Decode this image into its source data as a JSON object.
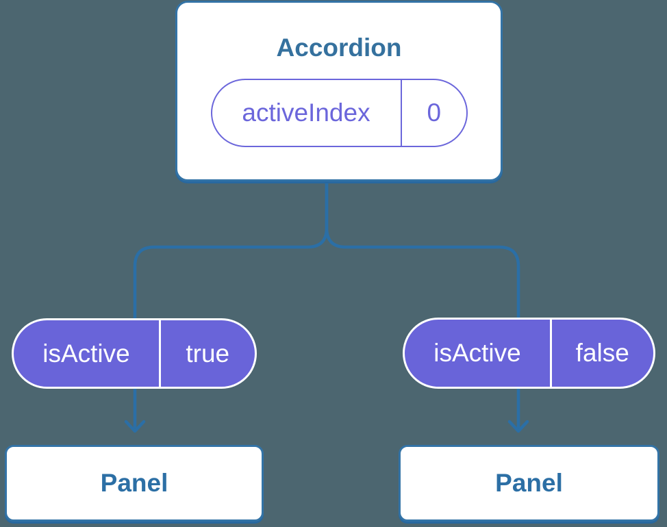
{
  "colors": {
    "background": "#4C6670",
    "connector": "#2B6FA6",
    "node_fill": "#FFFFFF",
    "node_border": "#3373A6",
    "node_shadow": "#28689F",
    "title_text": "#35719E",
    "panel_text": "#2C6FA5",
    "state_accent": "#6B66DB",
    "prop_fill": "#6964D9",
    "prop_text": "#FFFFFF"
  },
  "icons": {
    "arrow_down": "↓"
  },
  "diagram": {
    "root": {
      "title": "Accordion",
      "state": {
        "name": "activeIndex",
        "value": "0"
      }
    },
    "children": [
      {
        "prop": {
          "name": "isActive",
          "value": "true"
        },
        "label": "Panel"
      },
      {
        "prop": {
          "name": "isActive",
          "value": "false"
        },
        "label": "Panel"
      }
    ]
  }
}
